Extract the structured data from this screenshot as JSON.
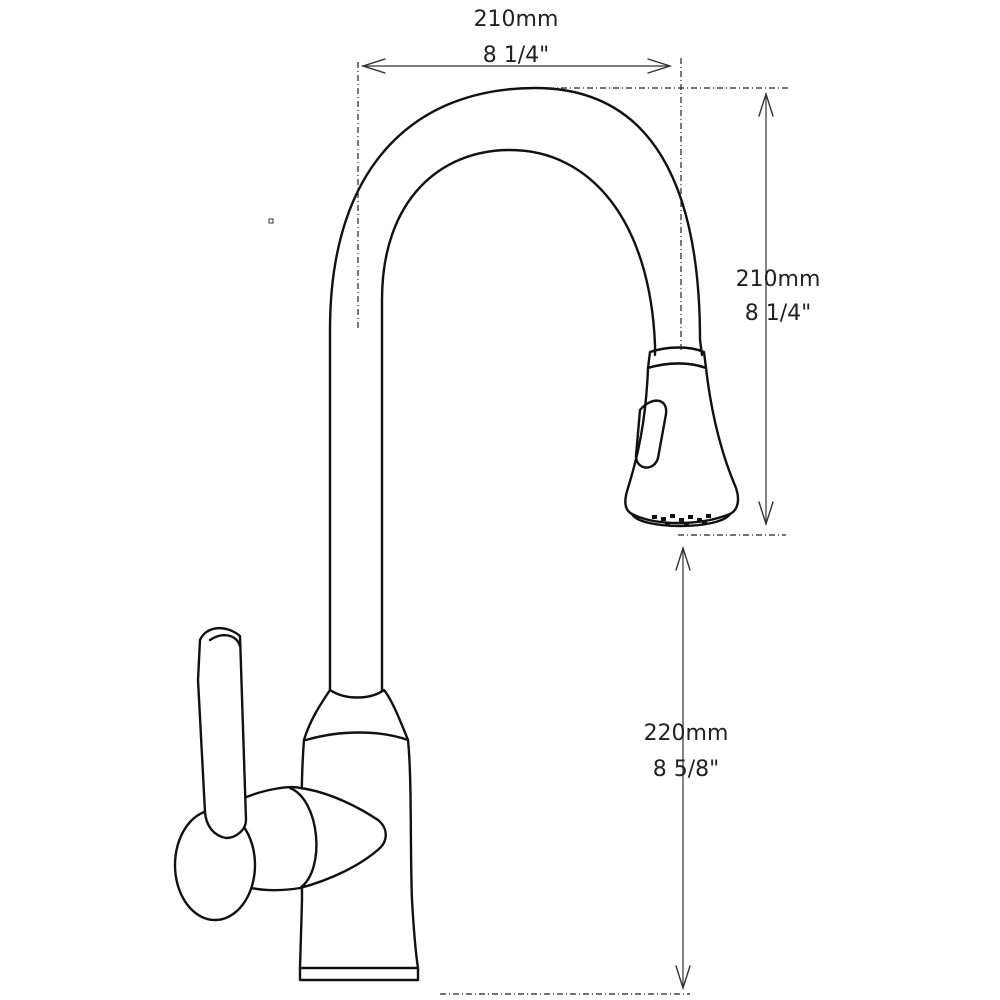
{
  "dimensions": {
    "width": {
      "metric": "210mm",
      "imperial": "8 1/4\""
    },
    "spout_drop": {
      "metric": "210mm",
      "imperial": "8 1/4\""
    },
    "spout_clearance": {
      "metric": "220mm",
      "imperial": "8 5/8\""
    }
  },
  "colors": {
    "line": "#111111",
    "background": "#ffffff"
  }
}
